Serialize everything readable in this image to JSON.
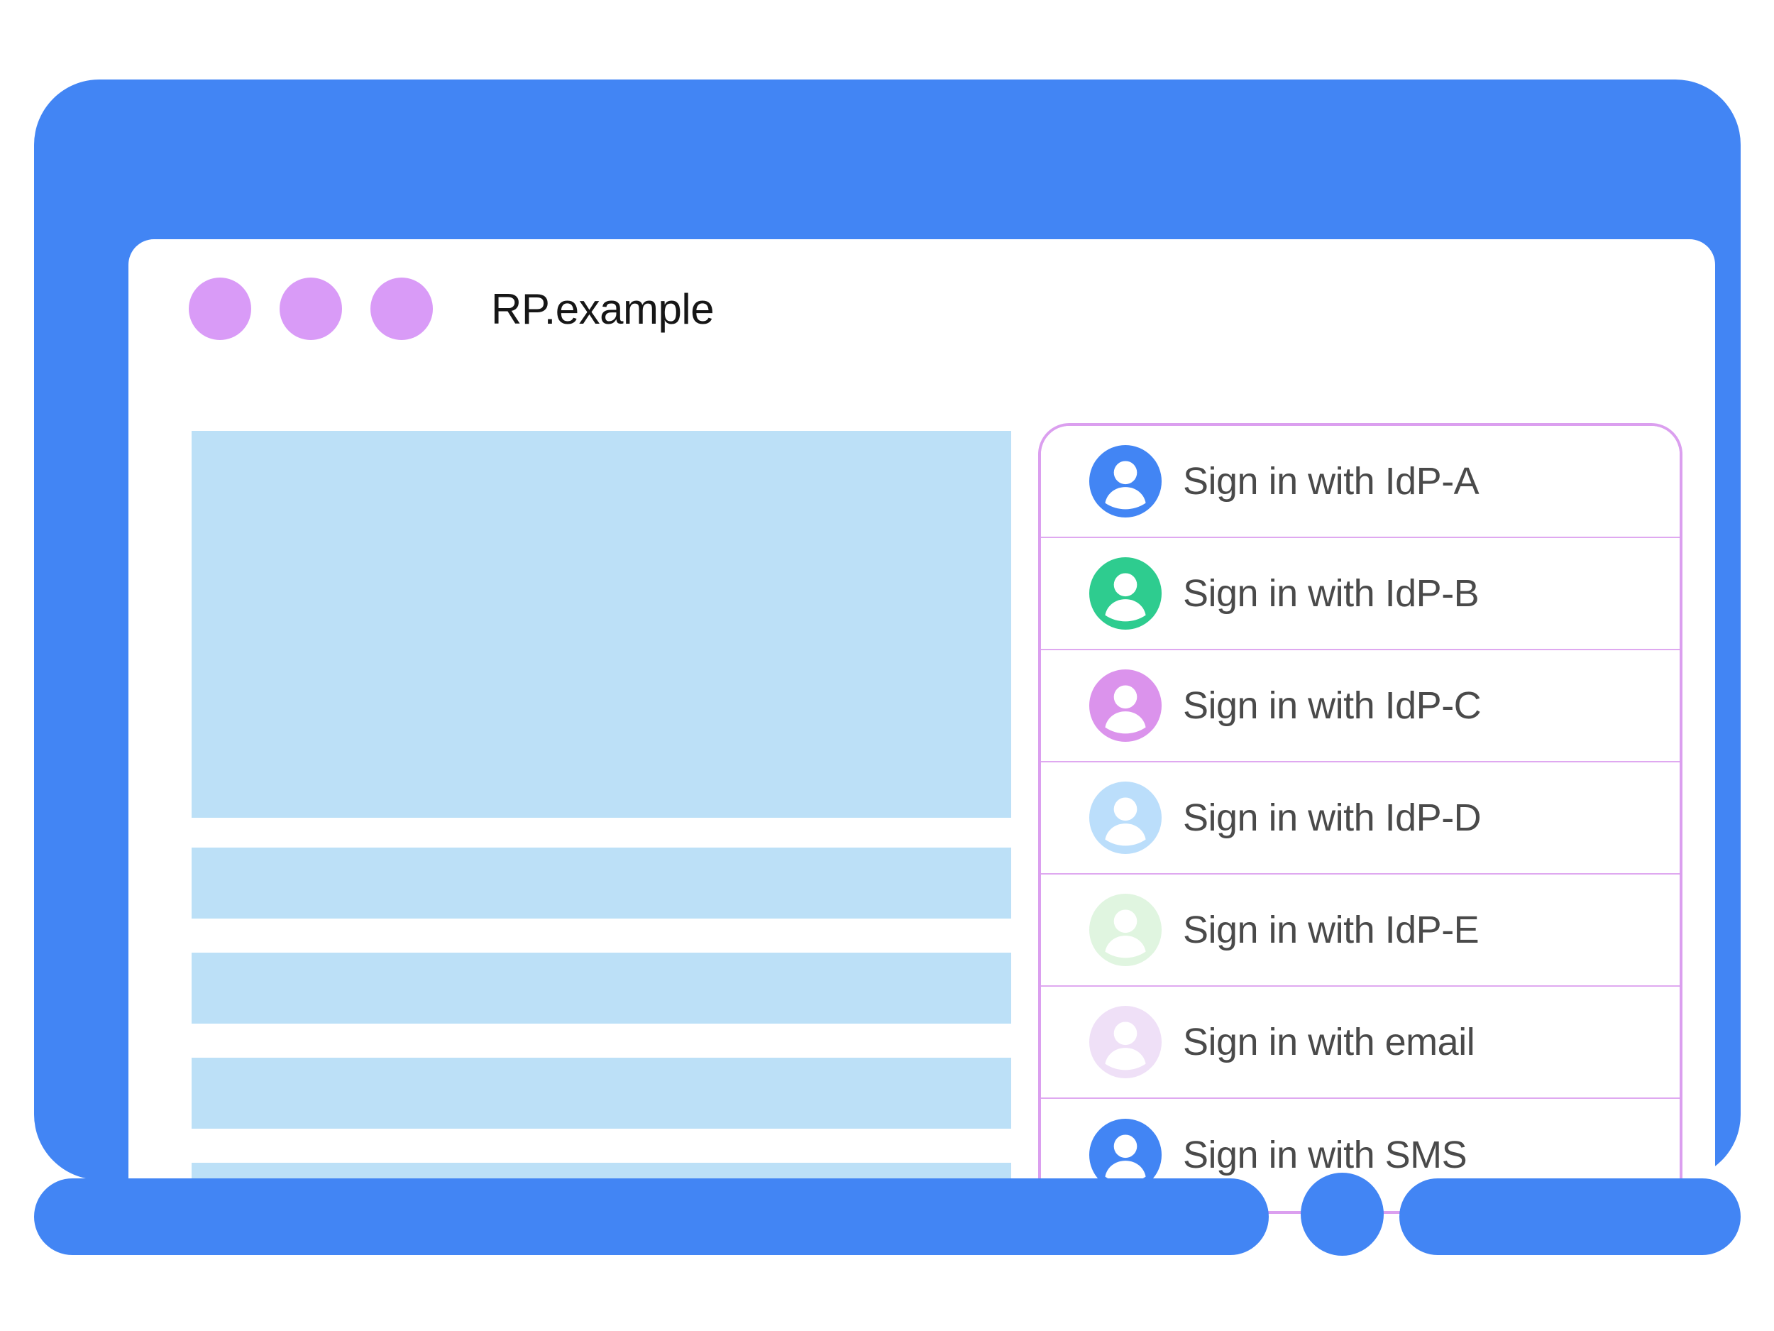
{
  "window": {
    "title": "RP.example",
    "dots": [
      "window-dot-1",
      "window-dot-2",
      "window-dot-3"
    ],
    "dot_color": "#D99BF7",
    "frame_color": "#4285F4",
    "screen_color": "#FFFFFF"
  },
  "content": {
    "placeholder_color": "#BCE0F7",
    "blocks": [
      {
        "name": "hero-block"
      },
      {
        "name": "text-line-1"
      },
      {
        "name": "text-line-2"
      },
      {
        "name": "text-line-3"
      },
      {
        "name": "text-line-4"
      }
    ]
  },
  "signin_card": {
    "border_color": "#DB9FEF",
    "divider_color": "#DFA9F0",
    "text_color": "#4A4A4A",
    "options": [
      {
        "label": "Sign in with IdP-A",
        "icon": "account-avatar-icon",
        "avatar_color": "#4285F4"
      },
      {
        "label": "Sign in with IdP-B",
        "icon": "account-avatar-icon",
        "avatar_color": "#2ECC8F"
      },
      {
        "label": "Sign in with IdP-C",
        "icon": "account-avatar-icon",
        "avatar_color": "#DB93EC"
      },
      {
        "label": "Sign in with IdP-D",
        "icon": "account-avatar-icon",
        "avatar_color": "#BBDEFB"
      },
      {
        "label": "Sign in with IdP-E",
        "icon": "account-avatar-icon",
        "avatar_color": "#E0F5E0"
      },
      {
        "label": "Sign in with email",
        "icon": "account-avatar-icon",
        "avatar_color": "#EFE0F7"
      },
      {
        "label": "Sign in with SMS",
        "icon": "account-avatar-icon",
        "avatar_color": "#4285F4"
      }
    ]
  }
}
